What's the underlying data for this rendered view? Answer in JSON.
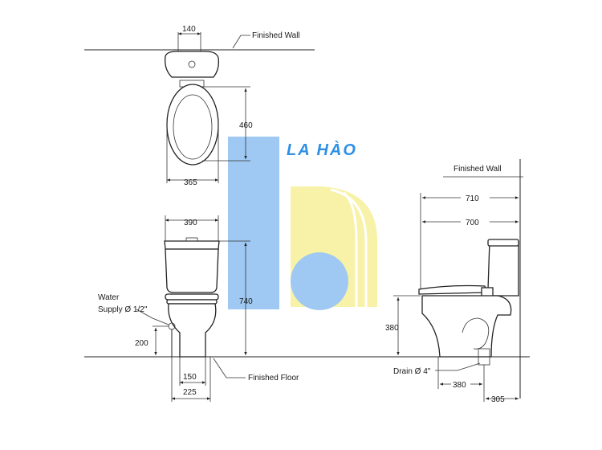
{
  "watermark": {
    "brand_text": "LA HÀO",
    "colors": {
      "blue": "#9fc8f2",
      "yellow": "#f7f2a8",
      "text_blue": "#2f8fe6"
    }
  },
  "labels": {
    "finished_wall_top": "Finished Wall",
    "finished_wall_right": "Finished Wall",
    "finished_floor": "Finished Floor",
    "water_supply_line1": "Water",
    "water_supply_line2": "Supply Ø 1/2\"",
    "drain": "Drain Ø 4\""
  },
  "dimensions": {
    "top_tank_width": "140",
    "seat_depth": "460",
    "seat_width": "365",
    "front_tank_width": "390",
    "total_height": "740",
    "supply_height": "200",
    "base_inner": "150",
    "base_outer": "225",
    "depth_overall": "710",
    "depth_body": "700",
    "seat_height": "380",
    "drain_to_front": "380",
    "drain_to_wall": "305"
  }
}
